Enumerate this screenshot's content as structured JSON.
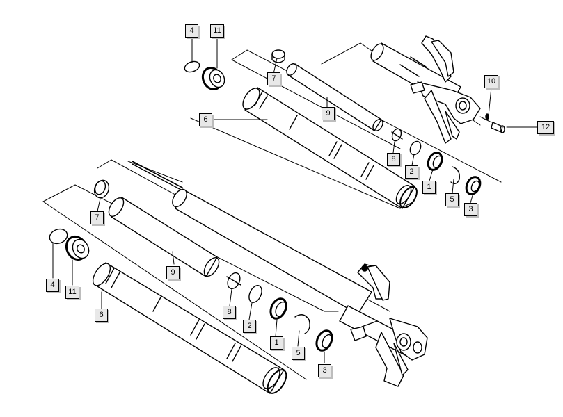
{
  "callouts": {
    "top": {
      "p4": "4",
      "p11": "11",
      "p7": "7",
      "p6": "6",
      "p9": "9",
      "p8": "8",
      "p2": "2",
      "p1": "1",
      "p5": "5",
      "p3": "3",
      "p10": "10",
      "p12": "12"
    },
    "bottom": {
      "p7": "7",
      "p9": "9",
      "p4": "4",
      "p11": "11",
      "p6": "6",
      "p8": "8",
      "p2": "2",
      "p1": "1",
      "p5": "5",
      "p3": "3"
    }
  },
  "colors": {
    "line": "#000000",
    "tag_fill": "#e8e8e8",
    "tag_shadow": "#bdbdbd"
  }
}
